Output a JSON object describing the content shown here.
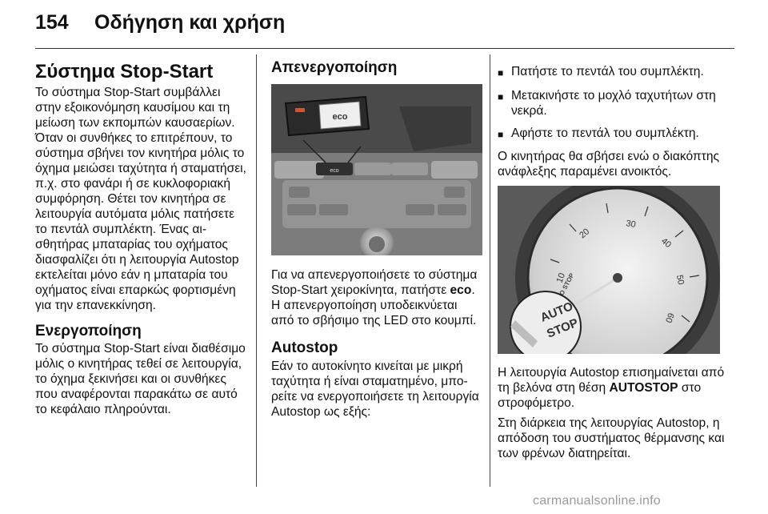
{
  "header": {
    "page_number": "154",
    "title": "Οδήγηση και χρήση"
  },
  "col1": {
    "heading": "Σύστημα Stop-Start",
    "intro": "Το σύστημα Stop-Start συμβάλλει στην εξοικονόμηση καυσίμου και τη μείωση των εκπομπών καυσαερίων. Όταν οι συνθήκες το επιτρέπουν, το σύστημα σβήνει τον κινητήρα μόλις το όχημα μειώσει ταχύτητα ή σταματή­σει, π.χ. στο φανάρι ή σε κυκλοφο­ριακή συμφόρηση. Θέτει τον κινητήρα σε λειτουργία αυτόματα μόλις πατή­σετε το πεντάλ συμπλέκτη. Ένας αι­σθητήρας μπαταρίας του οχήματος διασφαλίζει ότι η λειτουργία Autostop εκτελείται μόνο εάν η μπαταρία του οχήματος είναι επαρκώς φορτισμένη για την επανεκκίνηση.",
    "sub_heading": "Ενεργοποίηση",
    "activation_text": "Το σύστημα Stop-Start είναι διαθέ­σιμο μόλις ο κινητήρας τεθεί σε λει­τουργία, το όχημα ξεκινήσει και οι συνθήκες που αναφέρονται παρα­κάτω σε αυτό το κεφάλαιο πληρού­νται."
  },
  "col2": {
    "heading": "Απενεργοποίηση",
    "figure": {
      "button_label": "eco",
      "small_button_label": "eco"
    },
    "text_before": "Για να απενεργοποιήσετε το σύ­στημα Stop-Start χειροκίνητα, πατή­στε ",
    "eco_word": "eco",
    "text_after": ". Η απενεργοποίηση υποδει­κνύεται από το σβήσιμο της LED στο κουμπί.",
    "sub_heading": "Autostop",
    "autostop_text": "Εάν το αυτοκίνητο κινείται με μικρή ταχύτητα ή είναι σταματημένο, μπο­ρείτε να ενεργοποιήσετε τη λειτουρ­γία Autostop ως εξής:"
  },
  "col3": {
    "bullets": [
      "Πατήστε το πεντάλ του συμπλέκτη.",
      "Μετακινήστε το μοχλό ταχυτήτων στη νεκρά.",
      "Αφήστε το πεντάλ του συμπλέκτη."
    ],
    "after_bullets": "Ο κινητήρας θα σβήσει ενώ ο διακό­πτης ανάφλεξης παραμένει ανοικτός.",
    "gauge": {
      "ticks": [
        "10",
        "20",
        "30",
        "40",
        "50",
        "60"
      ],
      "needle_label": "AUTO STOP",
      "zoom_label_1": "AUTO",
      "zoom_label_2": "STOP"
    },
    "para1_before": "Η λειτουργία Autostop επισημαίνεται από τη βελόνα στη θέση ",
    "para1_bold": "AUTOSTOP",
    "para1_after": " στο στροφόμετρο.",
    "para2": "Στη διάρκεια της λειτουργίας Autostop, η απόδοση του συστήμα­τος θέρμανσης και των φρένων δια­τηρείται."
  },
  "footer": {
    "watermark": "carmanualsonline.info"
  }
}
